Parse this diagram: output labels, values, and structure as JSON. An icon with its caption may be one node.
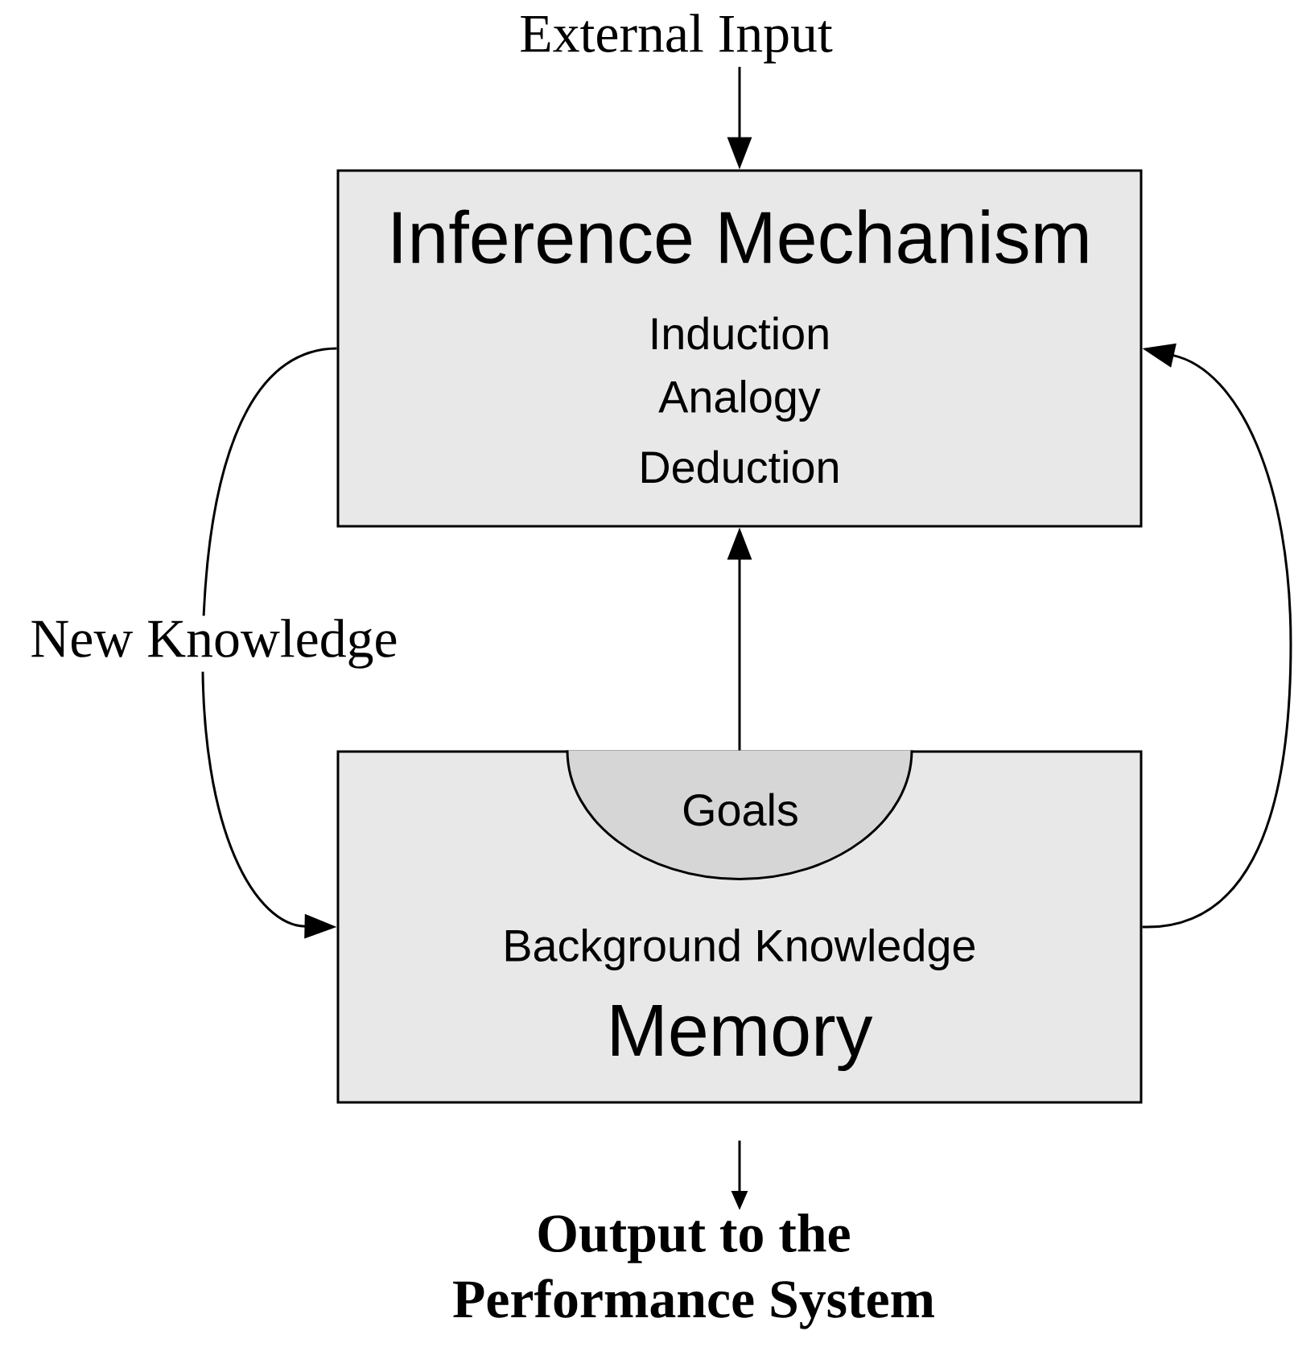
{
  "diagram": {
    "nodes": [
      {
        "text": [
          "External Input"
        ]
      },
      {
        "text": [
          "Inference Mechanism",
          "Induction",
          "Analogy",
          "Deduction"
        ]
      },
      {
        "text": [
          "Background Knowledge",
          "Memory"
        ]
      },
      {
        "text": [
          "Goals"
        ],
        "in": 2
      },
      {
        "text": [
          "Output to the Performance System"
        ]
      }
    ],
    "edges": [
      {
        "from": 0,
        "to": 1,
        "arrow": "to"
      },
      {
        "from": 3,
        "to": 1,
        "arrow": "to"
      },
      {
        "from": 1,
        "to": 2,
        "arrow": "to",
        "label": "New Knowledge"
      },
      {
        "from": 2,
        "to": 1,
        "arrow": "to"
      },
      {
        "from": 2,
        "to": 4,
        "arrow": "to"
      }
    ]
  }
}
